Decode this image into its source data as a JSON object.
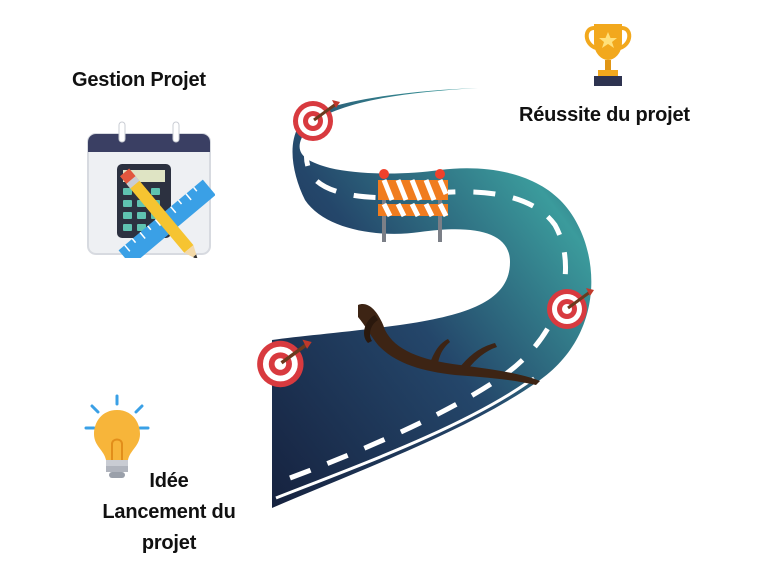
{
  "labels": {
    "gestion": "Gestion Projet",
    "reussite": "Réussite du projet",
    "idee_line1": "Idée",
    "idee_line2": "Lancement du",
    "idee_line3": "projet"
  },
  "icons": {
    "calendar": "calendar-calculator-icon",
    "trophy": "trophy-icon",
    "bulb": "lightbulb-icon",
    "target": "target-icon",
    "barrier": "road-barrier-icon",
    "branch": "fallen-branch-icon"
  },
  "colors": {
    "road_dark": "#1b2a4a",
    "road_teal": "#3fa1a0",
    "target_red": "#d83a3f",
    "trophy_gold": "#f2a81d",
    "bulb_yellow": "#f7b53a",
    "calendar_header": "#3a3f63",
    "barrier_orange": "#f07c1f"
  }
}
